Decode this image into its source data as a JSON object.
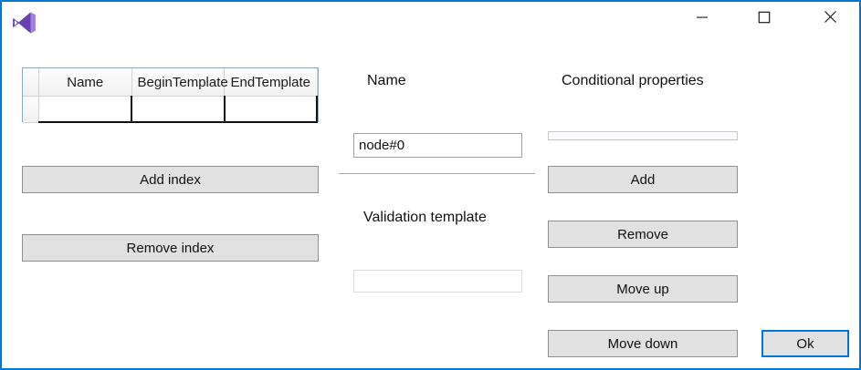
{
  "window": {
    "accent_color": "#0078d7",
    "background": "#ffffff",
    "app_icon": "visual-studio-logo"
  },
  "titlebar": {
    "minimize_icon": "minimize-icon",
    "maximize_icon": "maximize-icon",
    "close_icon": "close-icon"
  },
  "grid": {
    "row_header": "",
    "columns": [
      "Name",
      "BeginTemplate",
      "EndTemplate"
    ],
    "rows": [
      {
        "row_header": "",
        "cells": [
          "",
          "",
          ""
        ]
      }
    ]
  },
  "left_panel": {
    "add_index_label": "Add index",
    "remove_index_label": "Remove index"
  },
  "middle_panel": {
    "name_label": "Name",
    "name_value": "node#0",
    "validation_label": "Validation template",
    "validation_value": ""
  },
  "right_panel": {
    "cond_props_label": "Conditional properties",
    "list_items": [],
    "add_label": "Add",
    "remove_label": "Remove",
    "move_up_label": "Move up",
    "move_down_label": "Move down"
  },
  "footer": {
    "ok_label": "Ok"
  }
}
